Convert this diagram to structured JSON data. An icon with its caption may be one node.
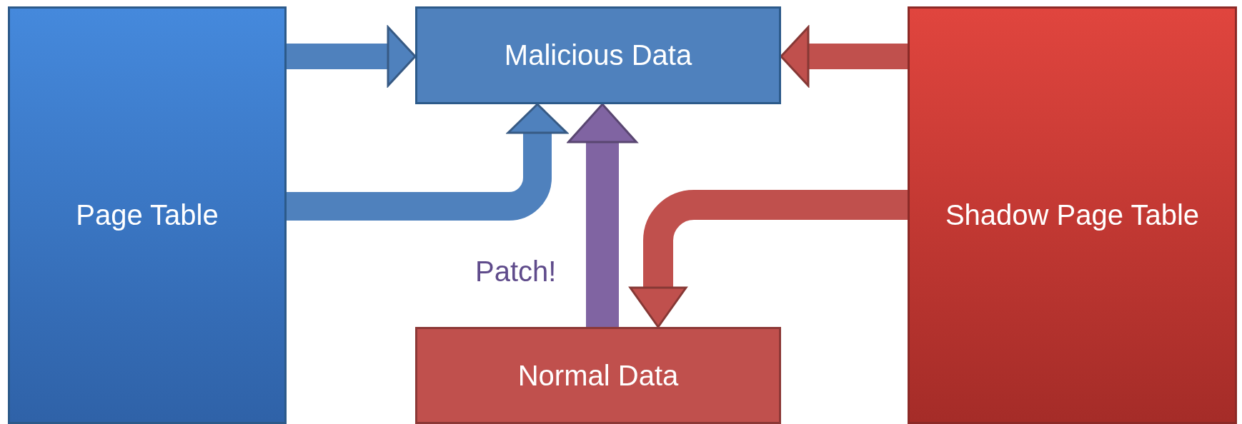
{
  "diagram": {
    "nodes": [
      {
        "text": [
          "Page Table"
        ]
      },
      {
        "text": [
          "Malicious Data"
        ]
      },
      {
        "text": [
          "Shadow Page Table"
        ]
      },
      {
        "text": [
          "Normal Data"
        ]
      }
    ],
    "edges": [
      {
        "from": 0,
        "to": 1,
        "arrow": "to",
        "color": "#4f81bd"
      },
      {
        "from": 0,
        "to": 1,
        "arrow": "to",
        "color": "#4f81bd"
      },
      {
        "from": 2,
        "to": 1,
        "arrow": "to",
        "color": "#c0504d"
      },
      {
        "from": 2,
        "to": 3,
        "arrow": "to",
        "color": "#c0504d"
      },
      {
        "from": 3,
        "to": 1,
        "arrow": "to",
        "label": "Patch!",
        "color": "#8064a2"
      }
    ]
  }
}
